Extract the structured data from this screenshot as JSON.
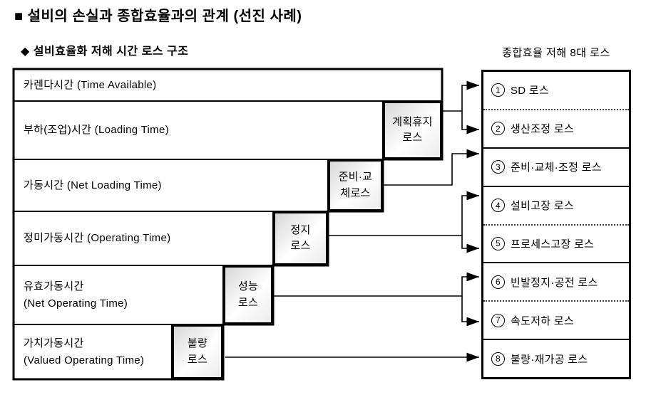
{
  "page": {
    "title": "■ 설비의 손실과 종합효율과의 관계 (선진 사례)",
    "left_heading": "◆ 설비효율화 저해 시간 로스 구조",
    "right_heading": "종합효율 저해 8대 로스"
  },
  "time_bars": [
    {
      "name": "calendar-time",
      "lines": [
        "카렌다시간 (Time Available)"
      ]
    },
    {
      "name": "loading-time",
      "lines": [
        "부하(조업)시간 (Loading Time)"
      ]
    },
    {
      "name": "net-loading-time",
      "lines": [
        "가동시간 (Net Loading Time)"
      ]
    },
    {
      "name": "operating-time",
      "lines": [
        "정미가동시간 (Operating Time)"
      ]
    },
    {
      "name": "net-operating-time",
      "lines": [
        "유효가동시간",
        "(Net Operating Time)"
      ]
    },
    {
      "name": "valued-operating-time",
      "lines": [
        "가치가동시간",
        "(Valued Operating Time)"
      ]
    }
  ],
  "loss_boxes": [
    {
      "name": "planned-shutdown-loss",
      "lines": [
        "계획휴지",
        "로스"
      ]
    },
    {
      "name": "setup-changeover-loss",
      "lines": [
        "준비·교",
        "체로스"
      ]
    },
    {
      "name": "stoppage-loss",
      "lines": [
        "정지",
        "로스"
      ]
    },
    {
      "name": "performance-loss",
      "lines": [
        "성능",
        "로스"
      ]
    },
    {
      "name": "defect-loss",
      "lines": [
        "불량",
        "로스"
      ]
    }
  ],
  "eight_losses": [
    {
      "number": "1",
      "label": "SD 로스"
    },
    {
      "number": "2",
      "label": "생산조정 로스"
    },
    {
      "number": "3",
      "label": "준비·교체·조정 로스"
    },
    {
      "number": "4",
      "label": "설비고장 로스"
    },
    {
      "number": "5",
      "label": "프로세스고장 로스"
    },
    {
      "number": "6",
      "label": "빈발정지·공전 로스"
    },
    {
      "number": "7",
      "label": "속도저하 로스"
    },
    {
      "number": "8",
      "label": "불량·재가공 로스"
    }
  ],
  "colors": {
    "border": "#000000",
    "background": "#ffffff",
    "loss_box_fill_dark": "#d7d7d7",
    "loss_box_fill_light": "#ffffff"
  }
}
